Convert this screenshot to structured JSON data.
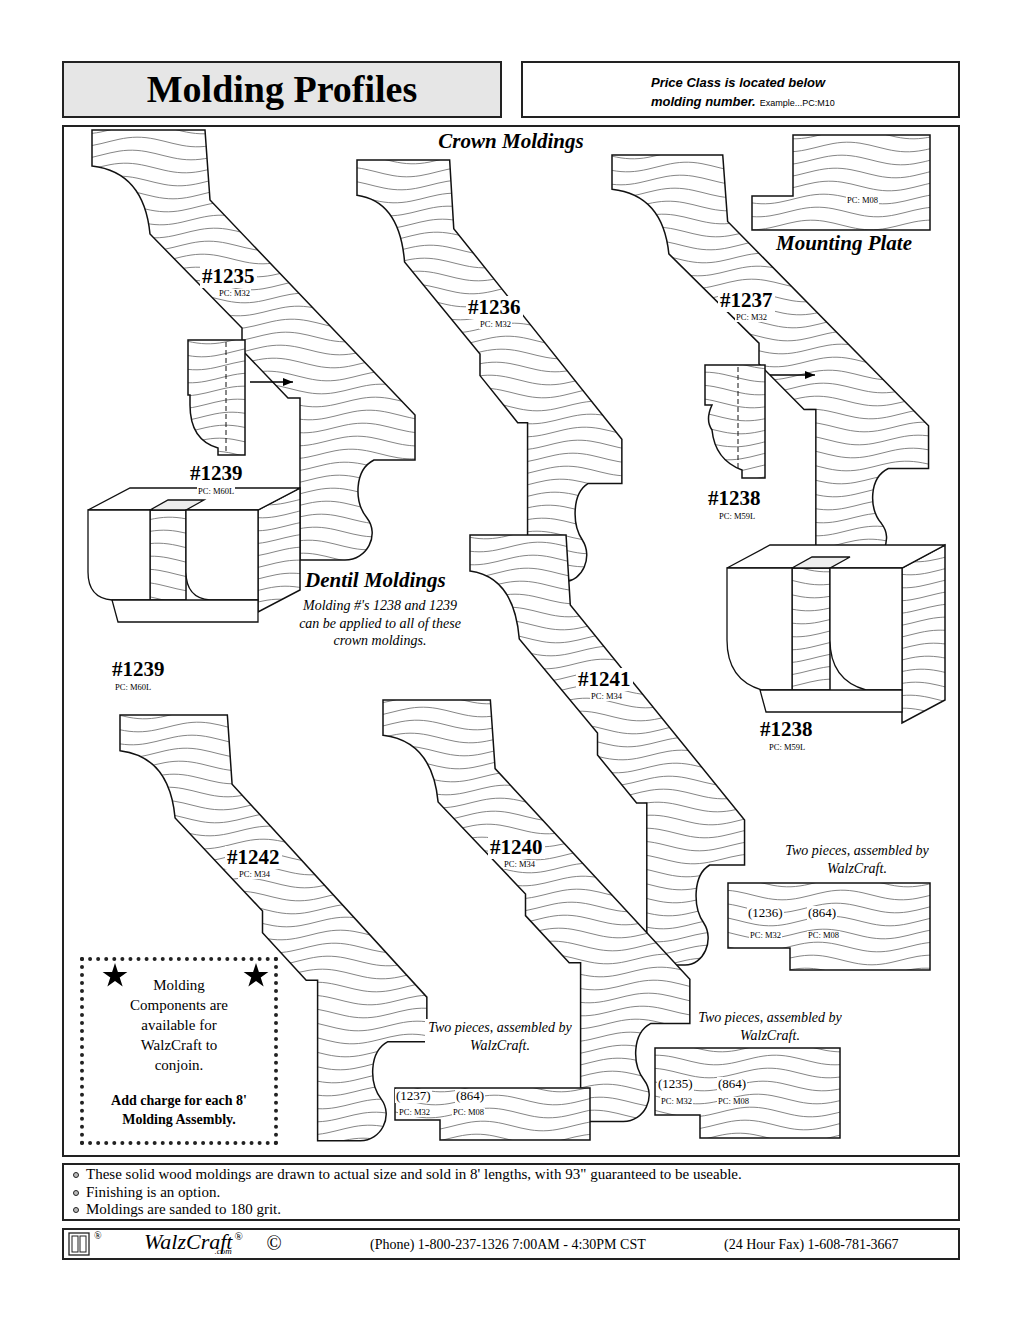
{
  "diagram": {
    "title": "Molding Profiles",
    "nodes": [
      {
        "text": [
          "Price Class is located below molding number.",
          "Example...PC:M10"
        ]
      },
      {
        "text": [
          "Crown Moldings"
        ]
      },
      {
        "text": [
          "Molding Components are available for WalzCraft to conjoin.",
          "Add charge for each 8' Molding Assembly."
        ],
        "in": 1
      },
      {
        "text": [
          "These solid wood moldings are drawn to actual size and sold in 8' lengths, with 93\" guaranteed to be useable.",
          "Finishing is an option.",
          "Moldings are sanded to 180 grit."
        ]
      },
      {
        "text": [
          "®",
          "WalzCraft",
          "®",
          ".com",
          "©",
          "(Phone) 1-800-237-1326 7:00AM - 4:30PM CST",
          "(24 Hour Fax) 1-608-781-3667"
        ]
      }
    ],
    "labels": [
      "#1235",
      "PC: M32",
      "#1236",
      "PC: M32",
      "PC: M08",
      "Mounting Plate",
      "#1237",
      "PC: M32",
      "#1239",
      "PC: M60L",
      "#1238",
      "PC: M59L",
      "Dentil Moldings",
      "Molding #'s 1238 and 1239 can be applied to all of these crown moldings.",
      "#1239",
      "PC: M60L",
      "#1241",
      "PC: M34",
      "#1238",
      "PC: M59L",
      "#1242",
      "PC: M34",
      "#1240",
      "PC: M34",
      "Two pieces, assembled by WalzCraft.",
      "(1236)",
      "(864)",
      "PC: M32",
      "PC: M08",
      "Two pieces, assembled by WalzCraft.",
      "Two pieces, assembled by WalzCraft.",
      "(1237)",
      "(864)",
      "PC: M32",
      "PC: M08",
      "(1235)",
      "(864)",
      "PC: M32",
      "PC: M08"
    ]
  }
}
